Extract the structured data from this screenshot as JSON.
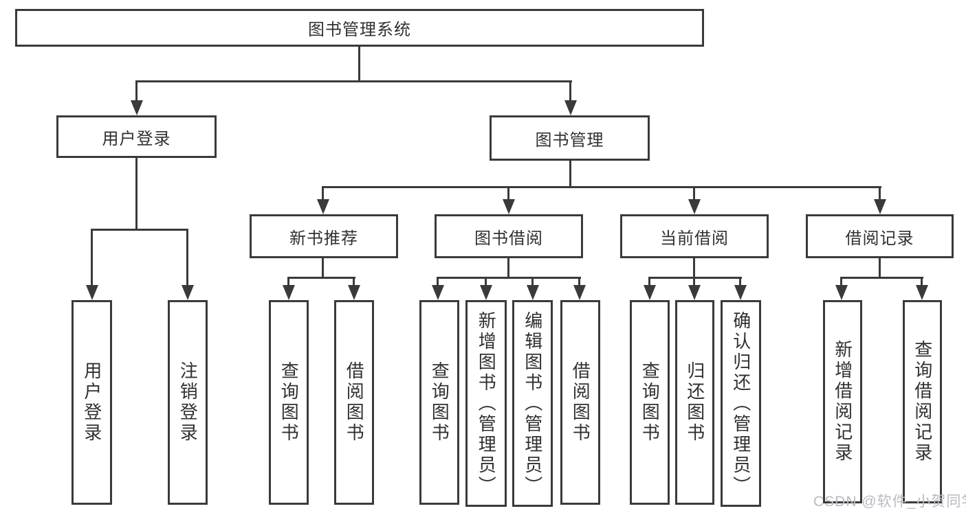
{
  "diagram": {
    "root": "图书管理系统",
    "login": {
      "label": "用户登录",
      "children": [
        "用户登录",
        "注销登录"
      ]
    },
    "management": {
      "label": "图书管理",
      "groups": [
        {
          "label": "新书推荐",
          "children": [
            "查询图书",
            "借阅图书"
          ]
        },
        {
          "label": "图书借阅",
          "children": [
            "查询图书",
            "新增图书（管理员）",
            "编辑图书（管理员）",
            "借阅图书"
          ]
        },
        {
          "label": "当前借阅",
          "children": [
            "查询图书",
            "归还图书",
            "确认归还（管理员）"
          ]
        },
        {
          "label": "借阅记录",
          "children": [
            "新增借阅记录",
            "查询借阅记录"
          ]
        }
      ]
    }
  },
  "watermark": "CSDN @软件_小贺同学",
  "colors": {
    "line": "#3a3a3a",
    "text": "#303030",
    "watermark": "#b9b9c2",
    "background": "#ffffff"
  }
}
